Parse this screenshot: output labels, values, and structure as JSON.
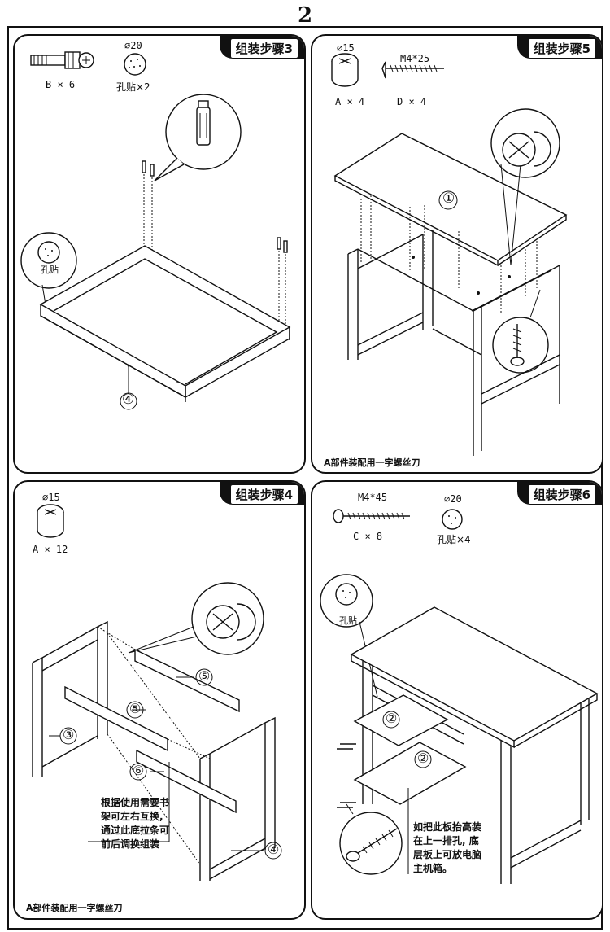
{
  "page": {
    "number": "2"
  },
  "step3": {
    "title": "组装步骤3",
    "parts": [
      {
        "label": "B × 6"
      },
      {
        "label": "⌀20",
        "sub": "孔贴×2"
      }
    ],
    "cap_label": "孔贴",
    "callout": "④"
  },
  "step5": {
    "title": "组装步骤5",
    "parts": [
      {
        "size": "⌀15",
        "label": "A × 4"
      },
      {
        "size": "M4*25",
        "label": "D × 4"
      }
    ],
    "callout": "①",
    "footnote": "A部件装配用一字螺丝刀"
  },
  "step4": {
    "title": "组装步骤4",
    "parts": [
      {
        "size": "⌀15",
        "label": "A × 12"
      }
    ],
    "callouts": [
      "③",
      "⑤",
      "⑤",
      "⑥",
      "④"
    ],
    "note": [
      "根据使用需要书",
      "架可左右互换,",
      "通过此底拉条可",
      "前后调换组装"
    ],
    "footnote": "A部件装配用一字螺丝刀"
  },
  "step6": {
    "title": "组装步骤6",
    "parts": [
      {
        "size": "M4*45",
        "label": "C × 8"
      },
      {
        "size": "⌀20",
        "label": "孔贴×4"
      }
    ],
    "cap_label": "孔贴",
    "callouts": [
      "②",
      "②"
    ],
    "note": [
      "如把此板抬高装",
      "在上一排孔, 底",
      "层板上可放电脑",
      "主机箱。"
    ]
  }
}
